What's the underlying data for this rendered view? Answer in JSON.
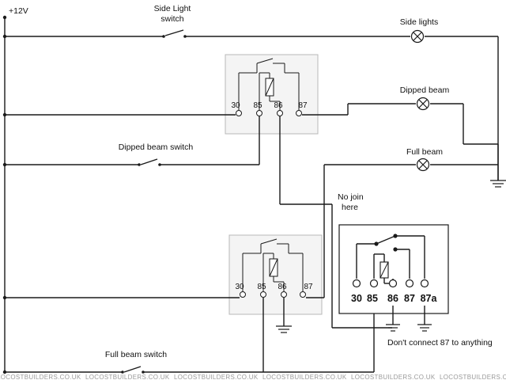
{
  "supply": {
    "label": "+12V"
  },
  "switches": {
    "side_light": {
      "line1": "Side Light",
      "line2": "switch"
    },
    "dipped_beam": {
      "label": "Dipped beam switch"
    },
    "full_beam": {
      "label": "Full beam switch"
    }
  },
  "lamps": {
    "side_lights": "Side lights",
    "dipped_beam": "Dipped beam",
    "full_beam": "Full beam"
  },
  "relay_pins": [
    "30",
    "85",
    "86",
    "87"
  ],
  "relay3_pins": [
    "30",
    "85",
    "86",
    "87",
    "87a"
  ],
  "notes": {
    "no_join_line1": "No join",
    "no_join_line2": "here",
    "dont_connect": "Don't connect 87 to anything"
  },
  "watermark": "LOCOSTBUILDERS.CO.UK"
}
